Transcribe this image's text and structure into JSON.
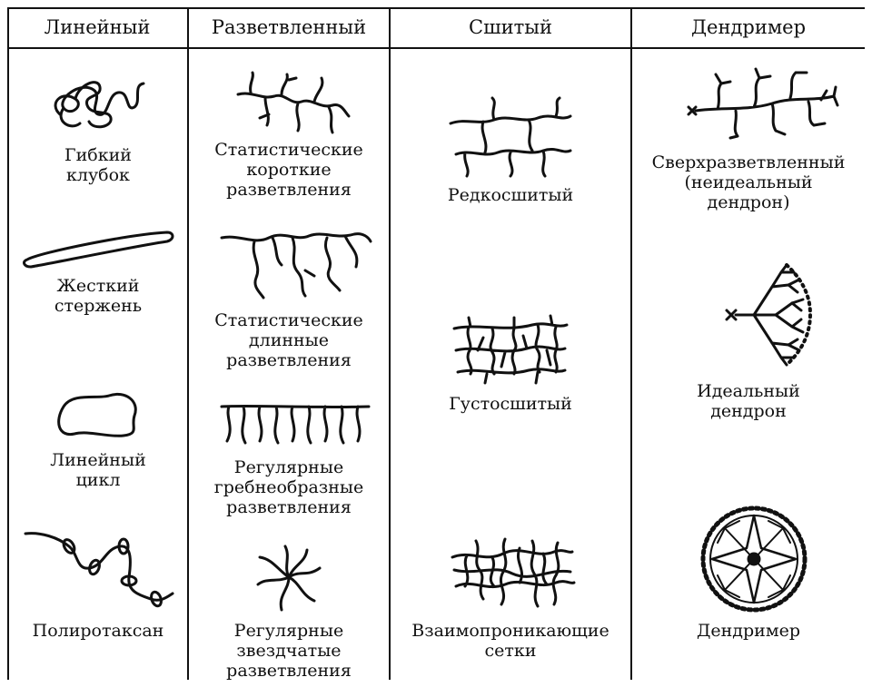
{
  "columns": [
    {
      "header": "Линейный"
    },
    {
      "header": "Разветвленный"
    },
    {
      "header": "Сшитый"
    },
    {
      "header": "Дендример"
    }
  ],
  "linear": {
    "flexible_coil": [
      "Гибкий",
      "клубок"
    ],
    "rigid_rod": [
      "Жесткий",
      "стержень"
    ],
    "linear_cycle": [
      "Линейный",
      "цикл"
    ],
    "polyrotaxane": [
      "Полиротаксан"
    ]
  },
  "branched": {
    "stat_short": [
      "Статистические",
      "короткие",
      "разветвления"
    ],
    "stat_long": [
      "Статистические",
      "длинные",
      "разветвления"
    ],
    "comb": [
      "Регулярные",
      "гребнеобразные",
      "разветвления"
    ],
    "star": [
      "Регулярные",
      "звездчатые",
      "разветвления"
    ]
  },
  "crosslinked": {
    "sparse": [
      "Редкосшитый"
    ],
    "dense": [
      "Густосшитый"
    ],
    "ipn": [
      "Взаимопроникающие",
      "сетки"
    ]
  },
  "dendrimer": {
    "hyperbranched": [
      "Сверхразветвленный",
      "(неидеальный",
      "дендрон)"
    ],
    "ideal_dendron": [
      "Идеальный",
      "дендрон"
    ],
    "dendrimer": [
      "Дендример"
    ]
  }
}
